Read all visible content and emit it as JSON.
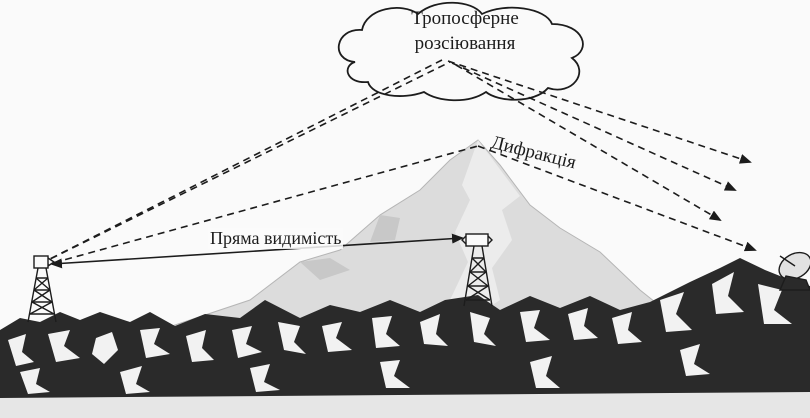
{
  "diagram": {
    "labels": {
      "tropo_line1": "Тропосферне",
      "tropo_line2": "розсіювання",
      "diffraction": "Дифракція",
      "line_of_sight": "Пряма видимість"
    },
    "colors": {
      "ink": "#1c1c1c",
      "background": "#fafafa",
      "mountain_fill": "#dcdcdc",
      "rock": "#2a2a2a"
    },
    "elements": [
      "left-antenna-tower",
      "middle-antenna-tower",
      "satellite-dish",
      "cloud",
      "central-mountain",
      "mountain-range"
    ]
  }
}
